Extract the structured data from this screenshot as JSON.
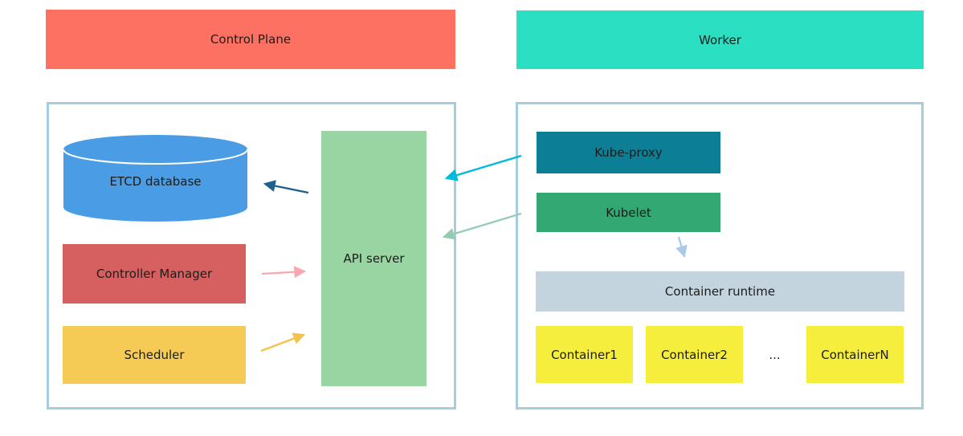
{
  "diagram": {
    "headers": {
      "control_plane": {
        "label": "Control Plane",
        "color": "#fd7163"
      },
      "worker": {
        "label": "Worker",
        "color": "#2bdfc2"
      }
    },
    "nodes": {
      "etcd": {
        "label": "ETCD database",
        "color": "#4a9de4",
        "shape": "cylinder"
      },
      "controller_manager": {
        "label": "Controller Manager",
        "color": "#d65f5f"
      },
      "scheduler": {
        "label": "Scheduler",
        "color": "#f6cb55"
      },
      "api_server": {
        "label": "API server",
        "color": "#99d5a2"
      },
      "kube_proxy": {
        "label": "Kube-proxy",
        "color": "#0c7f96"
      },
      "kubelet": {
        "label": "Kubelet",
        "color": "#34a873"
      },
      "container_runtime": {
        "label": "Container runtime",
        "color": "#c4d4de"
      },
      "container_1": {
        "label": "Container1",
        "color": "#f5ee3d"
      },
      "container_2": {
        "label": "Container2",
        "color": "#f5ee3d"
      },
      "container_ellipsis": {
        "label": "..."
      },
      "container_n": {
        "label": "ContainerN",
        "color": "#f5ee3d"
      }
    },
    "group_border_color": "#a5cdde",
    "arrows": [
      {
        "from": "api_server",
        "to": "etcd",
        "color": "#1f618d"
      },
      {
        "from": "controller_manager",
        "to": "api_server",
        "color": "#f8a8b1"
      },
      {
        "from": "scheduler",
        "to": "api_server",
        "color": "#f5c14d"
      },
      {
        "from": "kube_proxy",
        "to": "api_server",
        "color": "#00bbdb"
      },
      {
        "from": "kubelet",
        "to": "api_server",
        "color": "#95cbb3"
      },
      {
        "from": "kubelet",
        "to": "container_runtime",
        "color": "#a9cae9"
      }
    ]
  }
}
